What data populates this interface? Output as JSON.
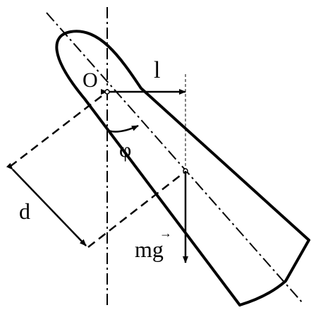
{
  "labels": {
    "pivot": "O",
    "arm_length": "l",
    "angle": "φ",
    "distance": "d",
    "weight_base": "mg",
    "weight_vector_accent": "→"
  },
  "colors": {
    "stroke": "#000000",
    "background": "#ffffff"
  }
}
